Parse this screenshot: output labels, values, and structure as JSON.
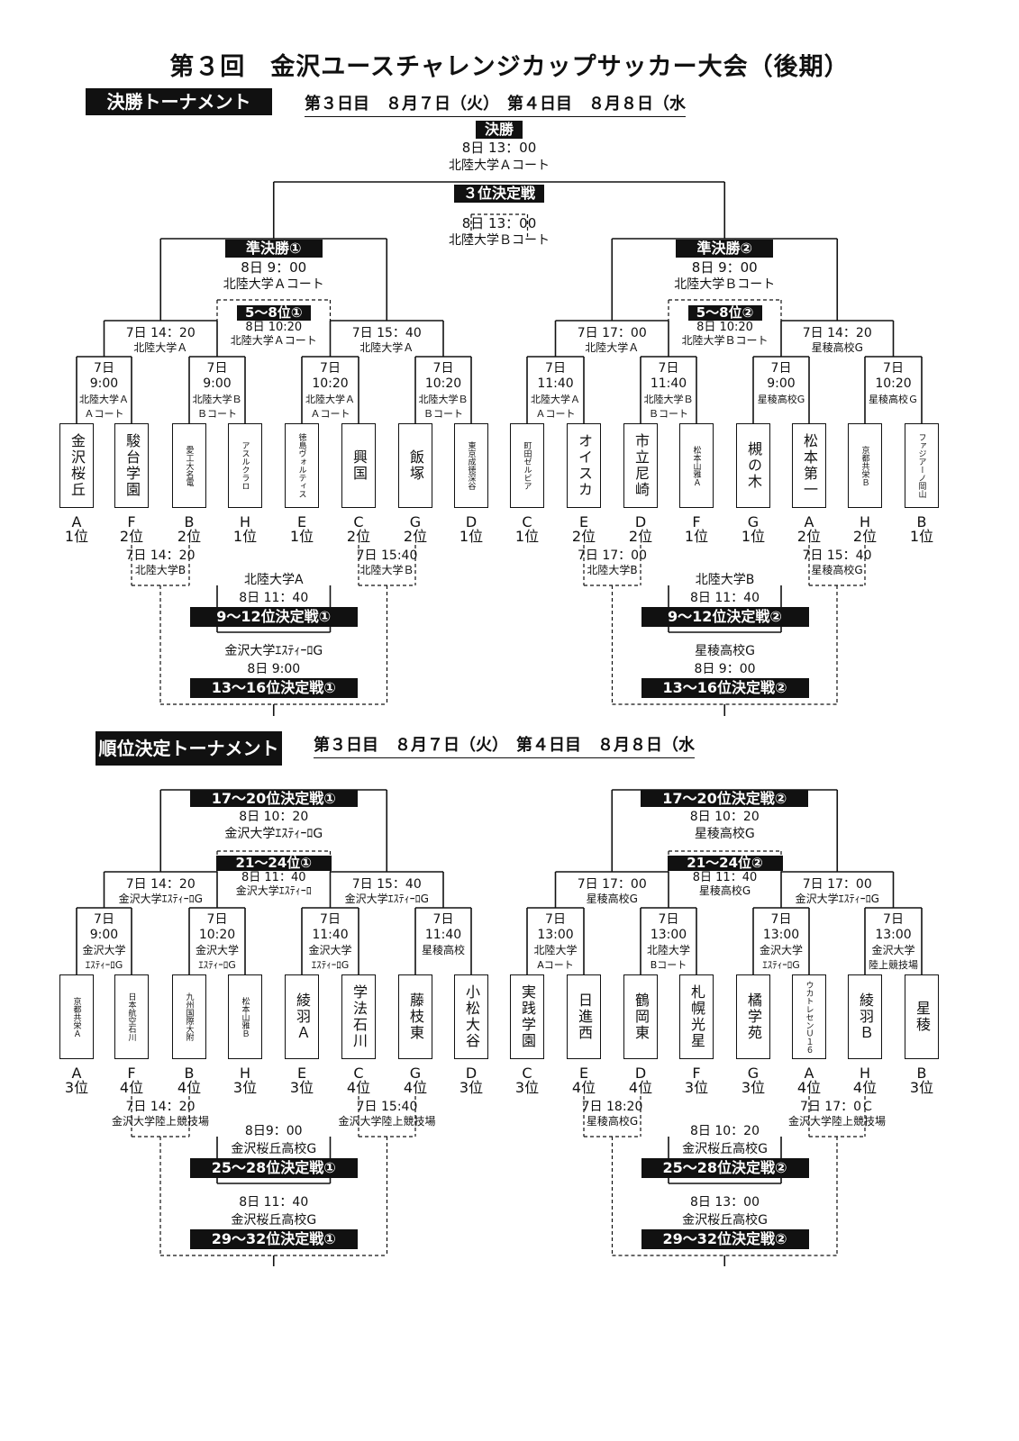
{
  "title": "第３回　金沢ユースチャレンジカップサッカー大会（後期）",
  "sections": [
    {
      "label": "決勝トーナメント",
      "dates": "第３日目　８月７日（火）　第４日目　８月８日（水"
    },
    {
      "label": "順位決定トーナメント",
      "dates": "第３日目　８月７日（火）　第４日目　８月８日（水"
    }
  ],
  "final": {
    "label": "決勝",
    "time": "8日  13：00",
    "venue": "北陸大学Ａコート"
  },
  "third": {
    "label": "３位決定戦",
    "time": "8日  13：00",
    "venue": "北陸大学Ｂコート"
  },
  "semis": [
    {
      "label": "準決勝①",
      "time": "8日  9：00",
      "venue": "北陸大学Ａコート"
    },
    {
      "label": "準決勝②",
      "time": "8日  9：00",
      "venue": "北陸大学Ｂコート"
    }
  ],
  "f58": [
    {
      "label": "5～8位①",
      "time": "8日  10:20",
      "venue": "北陸大学Ａコート"
    },
    {
      "label": "5～8位②",
      "time": "8日  10:20",
      "venue": "北陸大学Ｂコート"
    }
  ],
  "fqf": [
    {
      "time": "7日  14：20",
      "venue": "北陸大学Ａ"
    },
    {
      "time": "7日  15：40",
      "venue": "北陸大学Ａ"
    },
    {
      "time": "7日  17：00",
      "venue": "北陸大学Ａ"
    },
    {
      "time": "7日  14：20",
      "venue": "星稜高校G"
    }
  ],
  "fr1": [
    {
      "day": "7日",
      "time": "9:00",
      "venue": "北陸大学Ａ",
      "court": "Ａコート"
    },
    {
      "day": "7日",
      "time": "9:00",
      "venue": "北陸大学Ｂ",
      "court": "Ｂコート"
    },
    {
      "day": "7日",
      "time": "10:20",
      "venue": "北陸大学Ａ",
      "court": "Ａコート"
    },
    {
      "day": "7日",
      "time": "10:20",
      "venue": "北陸大学Ｂ",
      "court": "Ｂコート"
    },
    {
      "day": "7日",
      "time": "11:40",
      "venue": "北陸大学Ａ",
      "court": "Ａコート"
    },
    {
      "day": "7日",
      "time": "11:40",
      "venue": "北陸大学Ｂ",
      "court": "Ｂコート"
    },
    {
      "day": "7日",
      "time": "9:00",
      "venue": "星稜高校G",
      "court": ""
    },
    {
      "day": "7日",
      "time": "10:20",
      "venue": "星稜高校Ｇ",
      "court": ""
    }
  ],
  "fteams": [
    "金沢桜丘",
    "駿台学園",
    "愛工大名電",
    "アスルクラロ",
    "徳島ヴォルティス",
    "興国",
    "飯塚",
    "東京成徳深谷",
    "町田ゼルビア",
    "オイスカ",
    "市立尼崎",
    "松本山雅Ａ",
    "槻の木",
    "松本第一",
    "京都共栄Ｂ",
    "ファジアーノ岡山"
  ],
  "franks": [
    [
      "A",
      "1位"
    ],
    [
      "F",
      "2位"
    ],
    [
      "B",
      "2位"
    ],
    [
      "H",
      "1位"
    ],
    [
      "E",
      "1位"
    ],
    [
      "C",
      "2位"
    ],
    [
      "G",
      "2位"
    ],
    [
      "D",
      "1位"
    ],
    [
      "C",
      "1位"
    ],
    [
      "E",
      "2位"
    ],
    [
      "D",
      "2位"
    ],
    [
      "F",
      "1位"
    ],
    [
      "G",
      "1位"
    ],
    [
      "A",
      "2位"
    ],
    [
      "H",
      "2位"
    ],
    [
      "B",
      "1位"
    ]
  ],
  "fc1": [
    {
      "time": "7日  14：20",
      "venue": "北陸大学B"
    },
    {
      "time": "7日  15:40",
      "venue": "北陸大学Ｂ"
    },
    {
      "time": "7日  17：00",
      "venue": "北陸大学B"
    },
    {
      "time": "7日  15：40",
      "venue": "星稜高校G"
    }
  ],
  "f912": [
    {
      "venue": "北陸大学A",
      "time": "8日  11：40",
      "label": "9～12位決定戦①"
    },
    {
      "venue": "北陸大学B",
      "time": "8日  11：40",
      "label": "9～12位決定戦②"
    }
  ],
  "f1316": [
    {
      "venue": "金沢大学ｴｽﾃｨｰﾛG",
      "time": "8日  9:00",
      "label": "13～16位決定戦①"
    },
    {
      "venue": "星稜高校G",
      "time": "8日  9：00",
      "label": "13～16位決定戦②"
    }
  ],
  "p1720": [
    {
      "label": "17～20位決定戦①",
      "time": "8日  10：20",
      "venue": "金沢大学ｴｽﾃｨｰﾛG"
    },
    {
      "label": "17～20位決定戦②",
      "time": "8日  10：20",
      "venue": "星稜高校G"
    }
  ],
  "p2124": [
    {
      "label": "21～24位①",
      "time": "8日  11：40",
      "venue": "金沢大学ｴｽﾃｨｰﾛ"
    },
    {
      "label": "21～24位②",
      "time": "8日  11：40",
      "venue": "星稜高校G"
    }
  ],
  "pqf": [
    {
      "time": "7日  14：20",
      "venue": "金沢大学ｴｽﾃｨｰﾛG"
    },
    {
      "time": "7日  15：40",
      "venue": "金沢大学ｴｽﾃｨｰﾛG"
    },
    {
      "time": "7日  17：00",
      "venue": "星稜高校G"
    },
    {
      "time": "7日  17：00",
      "venue": "金沢大学ｴｽﾃｨｰﾛG"
    }
  ],
  "pr1": [
    {
      "day": "7日",
      "time": "9:00",
      "venue": "金沢大学",
      "court": "ｴｽﾃｨｰﾛG"
    },
    {
      "day": "7日",
      "time": "10:20",
      "venue": "金沢大学",
      "court": "ｴｽﾃｨｰﾛG"
    },
    {
      "day": "7日",
      "time": "11:40",
      "venue": "金沢大学",
      "court": "ｴｽﾃｨｰﾛG"
    },
    {
      "day": "7日",
      "time": "11:40",
      "venue": "星稜高校",
      "court": ""
    },
    {
      "day": "7日",
      "time": "13:00",
      "venue": "北陸大学",
      "court": "Aコート"
    },
    {
      "day": "7日",
      "time": "13:00",
      "venue": "北陸大学",
      "court": "Bコート"
    },
    {
      "day": "7日",
      "time": "13:00",
      "venue": "金沢大学",
      "court": "ｴｽﾃｨｰﾛG"
    },
    {
      "day": "7日",
      "time": "13:00",
      "venue": "金沢大学",
      "court": "陸上競技場"
    }
  ],
  "pteams": [
    "京都共栄Ａ",
    "日本航空石川",
    "九州国際大附",
    "松本山雅Ｂ",
    "綾羽Ａ",
    "学法石川",
    "藤枝東",
    "小松大谷",
    "実践学園",
    "日進西",
    "鶴岡東",
    "札幌光星",
    "橘学苑",
    "ウカトレセンＵ１６",
    "綾羽Ｂ",
    "星稜"
  ],
  "pranks": [
    [
      "A",
      "3位"
    ],
    [
      "F",
      "4位"
    ],
    [
      "B",
      "4位"
    ],
    [
      "H",
      "3位"
    ],
    [
      "E",
      "3位"
    ],
    [
      "C",
      "4位"
    ],
    [
      "G",
      "4位"
    ],
    [
      "D",
      "3位"
    ],
    [
      "C",
      "3位"
    ],
    [
      "E",
      "4位"
    ],
    [
      "D",
      "4位"
    ],
    [
      "F",
      "3位"
    ],
    [
      "G",
      "3位"
    ],
    [
      "A",
      "4位"
    ],
    [
      "H",
      "4位"
    ],
    [
      "B",
      "3位"
    ]
  ],
  "pc1": [
    {
      "time": "7日  14：20",
      "venue": "金沢大学陸上競技場"
    },
    {
      "time": "7日  15:40",
      "venue": "金沢大学陸上競技場"
    },
    {
      "time": "7日  18:20",
      "venue": "星稜高校G"
    },
    {
      "time": "7日  17：0Ｃ",
      "venue": "金沢大学陸上競技場"
    }
  ],
  "p2528": [
    {
      "time": "8日9：00",
      "venue": "金沢桜丘高校G",
      "label": "25～28位決定戦①"
    },
    {
      "time": "8日  10：20",
      "venue": "金沢桜丘高校G",
      "label": "25～28位決定戦②"
    }
  ],
  "p2932": [
    {
      "time": "8日  11：40",
      "venue": "金沢桜丘高校G",
      "label": "29～32位決定戦①"
    },
    {
      "time": "8日  13：00",
      "venue": "金沢桜丘高校G",
      "label": "29～32位決定戦②"
    }
  ]
}
